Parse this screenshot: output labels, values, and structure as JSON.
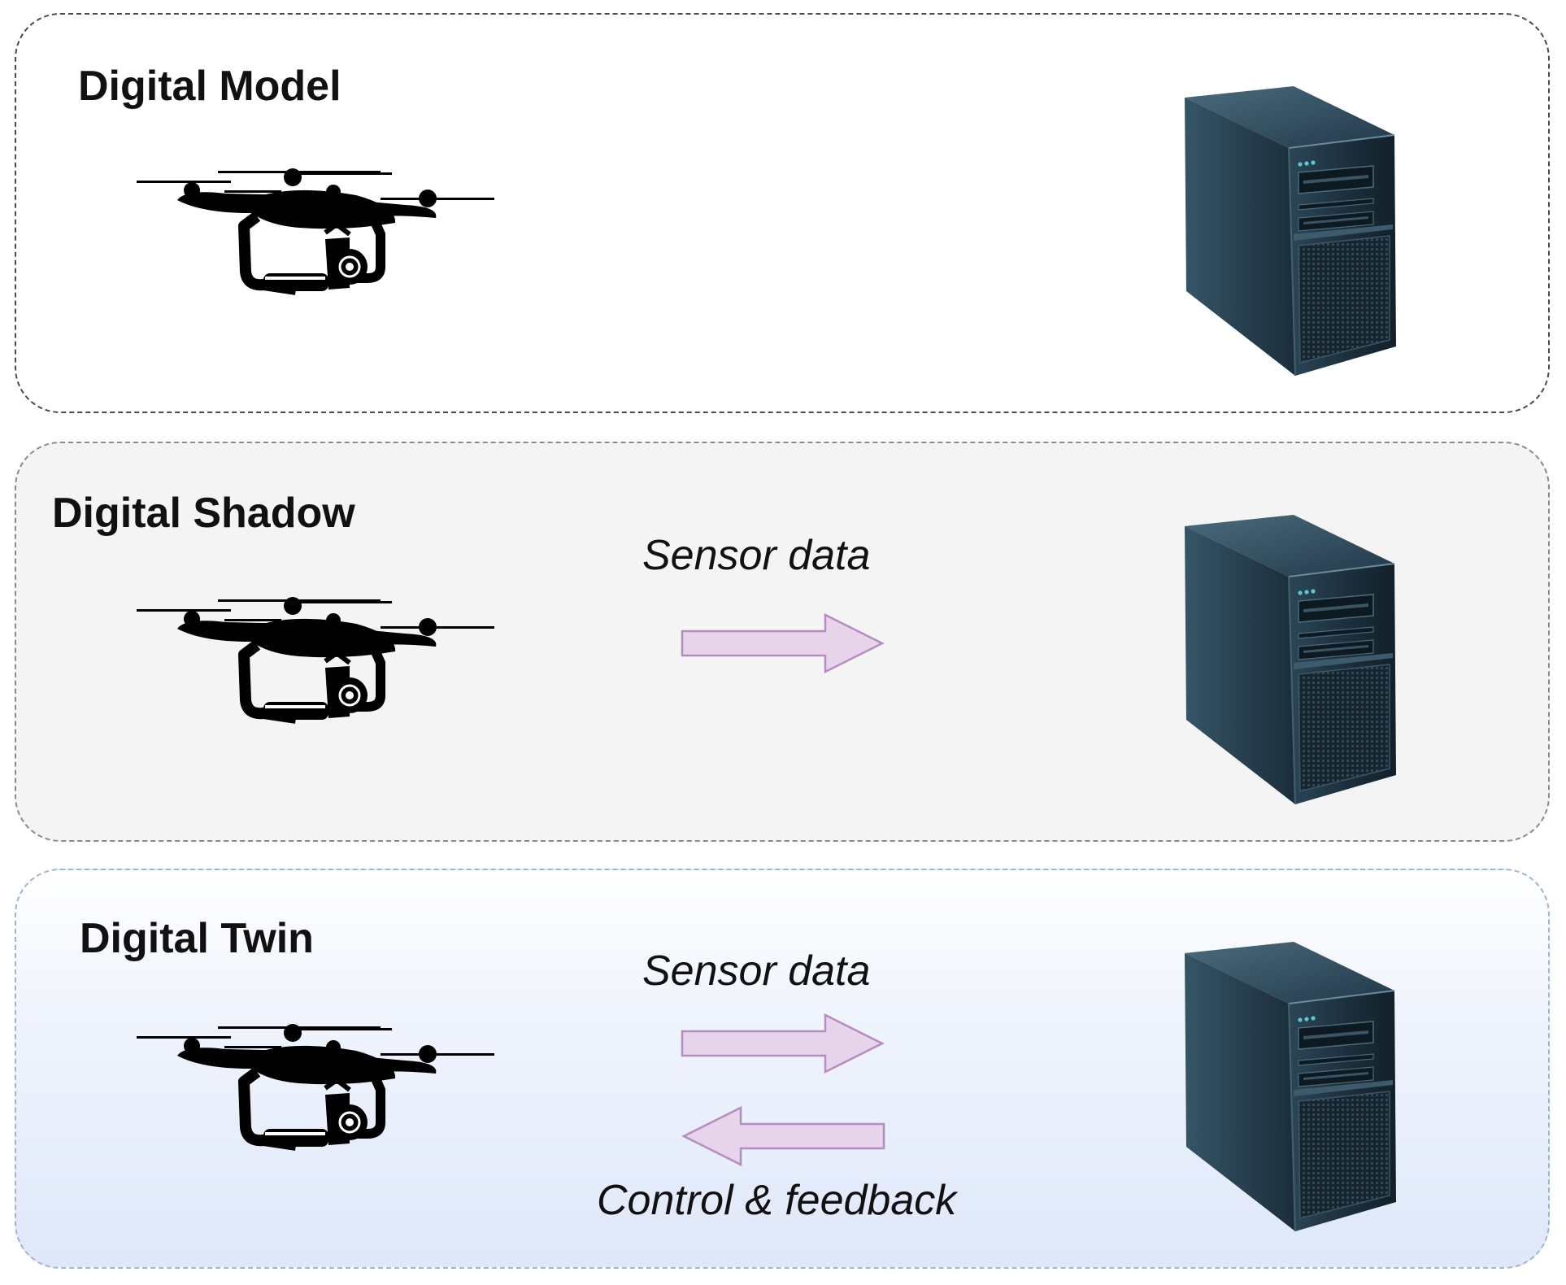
{
  "panels": [
    {
      "id": "model",
      "title": "Digital Model"
    },
    {
      "id": "shadow",
      "title": "Digital Shadow",
      "labels": {
        "sensor": "Sensor data"
      }
    },
    {
      "id": "twin",
      "title": "Digital Twin",
      "labels": {
        "sensor": "Sensor data",
        "control": "Control & feedback"
      }
    }
  ],
  "icons": {
    "drone": "drone-icon",
    "server": "server-tower-icon",
    "arrow": "arrow-icon"
  },
  "colors": {
    "arrow_fill": "#e8d4ea",
    "arrow_stroke": "#b48cc0",
    "server_body": "#1f3444",
    "twin_gradient_bottom": "#dfe8fa",
    "shadow_bg": "#f4f4f4"
  }
}
